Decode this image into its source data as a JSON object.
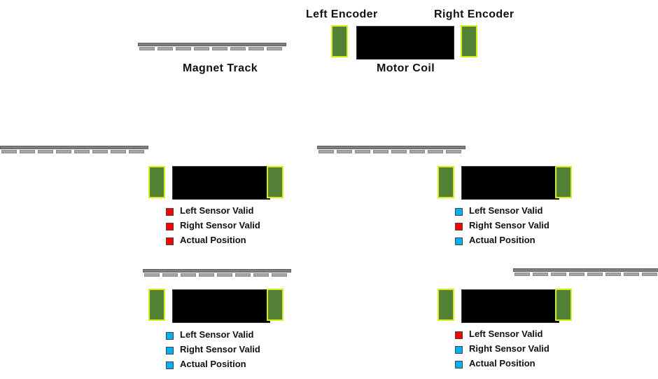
{
  "header": {
    "left_encoder_label": "Left Encoder",
    "right_encoder_label": "Right Encoder",
    "magnet_track_label": "Magnet Track",
    "motor_coil_label": "Motor Coil"
  },
  "colors": {
    "encoder_fill": "#538135",
    "encoder_border": "#d6ef1a",
    "coil_fill": "#000000",
    "track_rail": "#7f7f7f",
    "track_tooth": "#a6a6a6",
    "indicator_red": "#ff0000",
    "indicator_blue": "#00b0f0"
  },
  "panels": [
    {
      "legend": [
        {
          "label": "Left Sensor Valid",
          "state": "red"
        },
        {
          "label": "Right Sensor Valid",
          "state": "red"
        },
        {
          "label": "Actual Position",
          "state": "red"
        }
      ]
    },
    {
      "legend": [
        {
          "label": "Left Sensor Valid",
          "state": "blue"
        },
        {
          "label": "Right Sensor Valid",
          "state": "red"
        },
        {
          "label": "Actual Position",
          "state": "blue"
        }
      ]
    },
    {
      "legend": [
        {
          "label": "Left Sensor Valid",
          "state": "blue"
        },
        {
          "label": "Right Sensor Valid",
          "state": "blue"
        },
        {
          "label": "Actual Position",
          "state": "blue"
        }
      ]
    },
    {
      "legend": [
        {
          "label": "Left Sensor Valid",
          "state": "red"
        },
        {
          "label": "Right Sensor Valid",
          "state": "blue"
        },
        {
          "label": "Actual Position",
          "state": "blue"
        }
      ]
    }
  ]
}
